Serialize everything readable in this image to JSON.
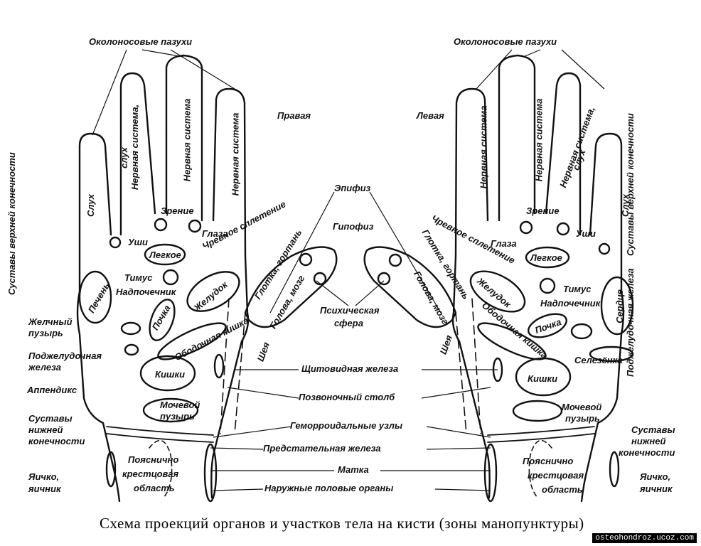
{
  "caption": "Схема проекций органов и участков тела на кисти (зоны манопунктуры)",
  "watermark": "osteohondroz.ucoz.com",
  "hands": {
    "right": "Правая",
    "left": "Левая"
  },
  "center": {
    "epiphysis": "Эпифиз",
    "hypophysis": "Гипофиз",
    "psych1": "Психическая",
    "psych2": "сфера",
    "thyroid": "Щитовидная железа",
    "spine": "Позвоночный столб",
    "hemorrhoid": "Геморроидальные узлы",
    "prostate": "Предстательная железа",
    "uterus": "Матка",
    "genitals": "Наружные половые органы"
  },
  "right_hand": {
    "sinuses": "Околоносовые пазухи",
    "hearing": "Слух",
    "nerve_hearing1": "Нервная система,",
    "nerve_hearing2": "слух",
    "nerve1": "Нервная система",
    "nerve2": "Нервная система",
    "vision": "Зрение",
    "ears": "Уши",
    "eyes": "Глаза",
    "solar": "Чревное сплетение",
    "joints_upper": "Суставы верхней конечности",
    "liver": "Печень",
    "lung": "Легкое",
    "thymus": "Тимус",
    "adrenal": "Надпочечник",
    "stomach": "Желудок",
    "throat": "Глотка, гортань",
    "head": "Голова, мозг",
    "gallbladder1": "Желчный",
    "gallbladder2": "пузырь",
    "pancreas1": "Поджелудочная",
    "pancreas2": "железа",
    "kidney": "Почка",
    "colon": "Ободочная кишка",
    "neck": "Шея",
    "intestine": "Кишки",
    "appendix": "Аппендикс",
    "bladder1": "Мочевой",
    "bladder2": "пузырь",
    "joints_lower1": "Суставы",
    "joints_lower2": "нижней",
    "joints_lower3": "конечности",
    "lumbar1": "Поясничнo",
    "lumbar2": "крестцовая",
    "lumbar3": "область",
    "testis1": "Яичко,",
    "testis2": "яичник"
  },
  "left_hand": {
    "sinuses": "Околоносовые пазухи",
    "nerve1": "Нервная система",
    "nerve2": "Нервная система",
    "nerve_hearing1": "Нервная система,",
    "nerve_hearing2": "слух",
    "hearing": "Слух",
    "vision": "Зрение",
    "ears": "Уши",
    "eyes": "Глаза",
    "solar": "Чревное сплетение",
    "throat": "Глотка, гортань",
    "head": "Голова, мозг",
    "lung": "Легкое",
    "thymus": "Тимус",
    "adrenal": "Надпочечник",
    "stomach": "Желудок",
    "heart": "Сердце",
    "joints_upper": "Суставы верхней конечности",
    "colon": "Ободочная кишка",
    "kidney": "Почка",
    "neck": "Шея",
    "spleen": "Селезёнка",
    "pancreas": "Поджелудочная железа",
    "intestine": "Кишки",
    "bladder1": "Мочевой",
    "bladder2": "пузырь",
    "joints_lower1": "Суставы",
    "joints_lower2": "нижней",
    "joints_lower3": "конечности",
    "lumbar1": "Поясничнo",
    "lumbar2": "крестцовая",
    "lumbar3": "область",
    "testis1": "Яичко,",
    "testis2": "яичник"
  }
}
